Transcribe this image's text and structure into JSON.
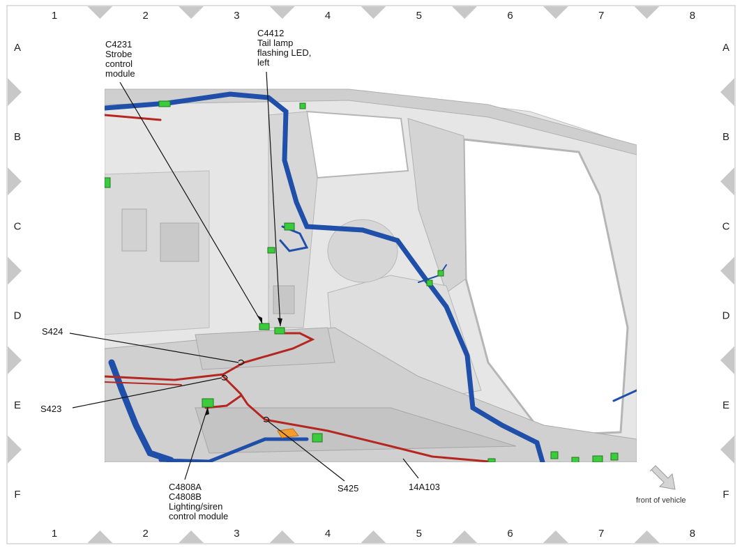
{
  "grid": {
    "columns": [
      "1",
      "2",
      "3",
      "4",
      "5",
      "6",
      "7",
      "8"
    ],
    "rows": [
      "A",
      "B",
      "C",
      "D",
      "E",
      "F"
    ]
  },
  "callouts": {
    "c4231": [
      "C4231",
      "Strobe",
      "control",
      "module"
    ],
    "c4412": [
      "C4412",
      "Tail lamp",
      "flashing LED,",
      "left"
    ],
    "s424": "S424",
    "s423": "S423",
    "c4808": [
      "C4808A",
      "C4808B",
      "Lighting/siren",
      "control module"
    ],
    "s425": "S425",
    "harness": "14A103"
  },
  "orientation": {
    "label": "front of vehicle",
    "icon": "arrow-down-right-icon"
  },
  "colors": {
    "harness_blue": "#1f4fa8",
    "harness_red": "#b4261f",
    "connector_green": "#3ccb3c",
    "body_gray": "#d9d9d9",
    "marker_gray": "#c8c8c8"
  }
}
